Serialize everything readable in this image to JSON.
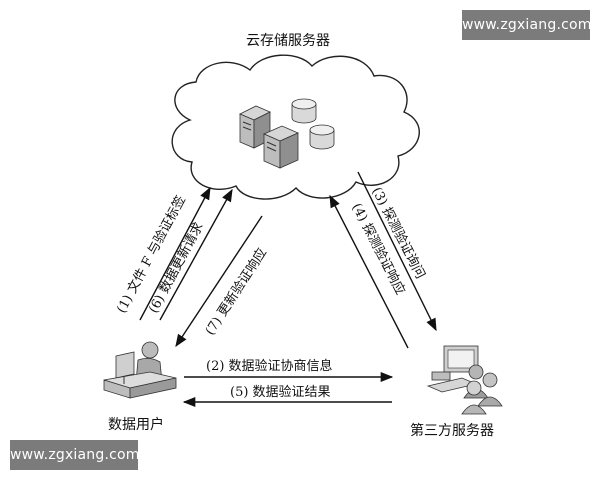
{
  "watermark_top": "www.zgxiang.com",
  "watermark_bottom": "www.zgxiang.com",
  "nodes": {
    "cloud_server": "云存储服务器",
    "data_user": "数据用户",
    "third_party": "第三方服务器"
  },
  "edges": {
    "e1": "(1) 文件 F 与验证标签",
    "e6": "(6) 数据更新请求",
    "e7": "(7) 更新验证响应",
    "e3": "(3) 探测验证询问",
    "e4": "(4) 探测验证响应",
    "e2": "(2) 数据验证协商信息",
    "e5": "(5) 数据验证结果"
  }
}
